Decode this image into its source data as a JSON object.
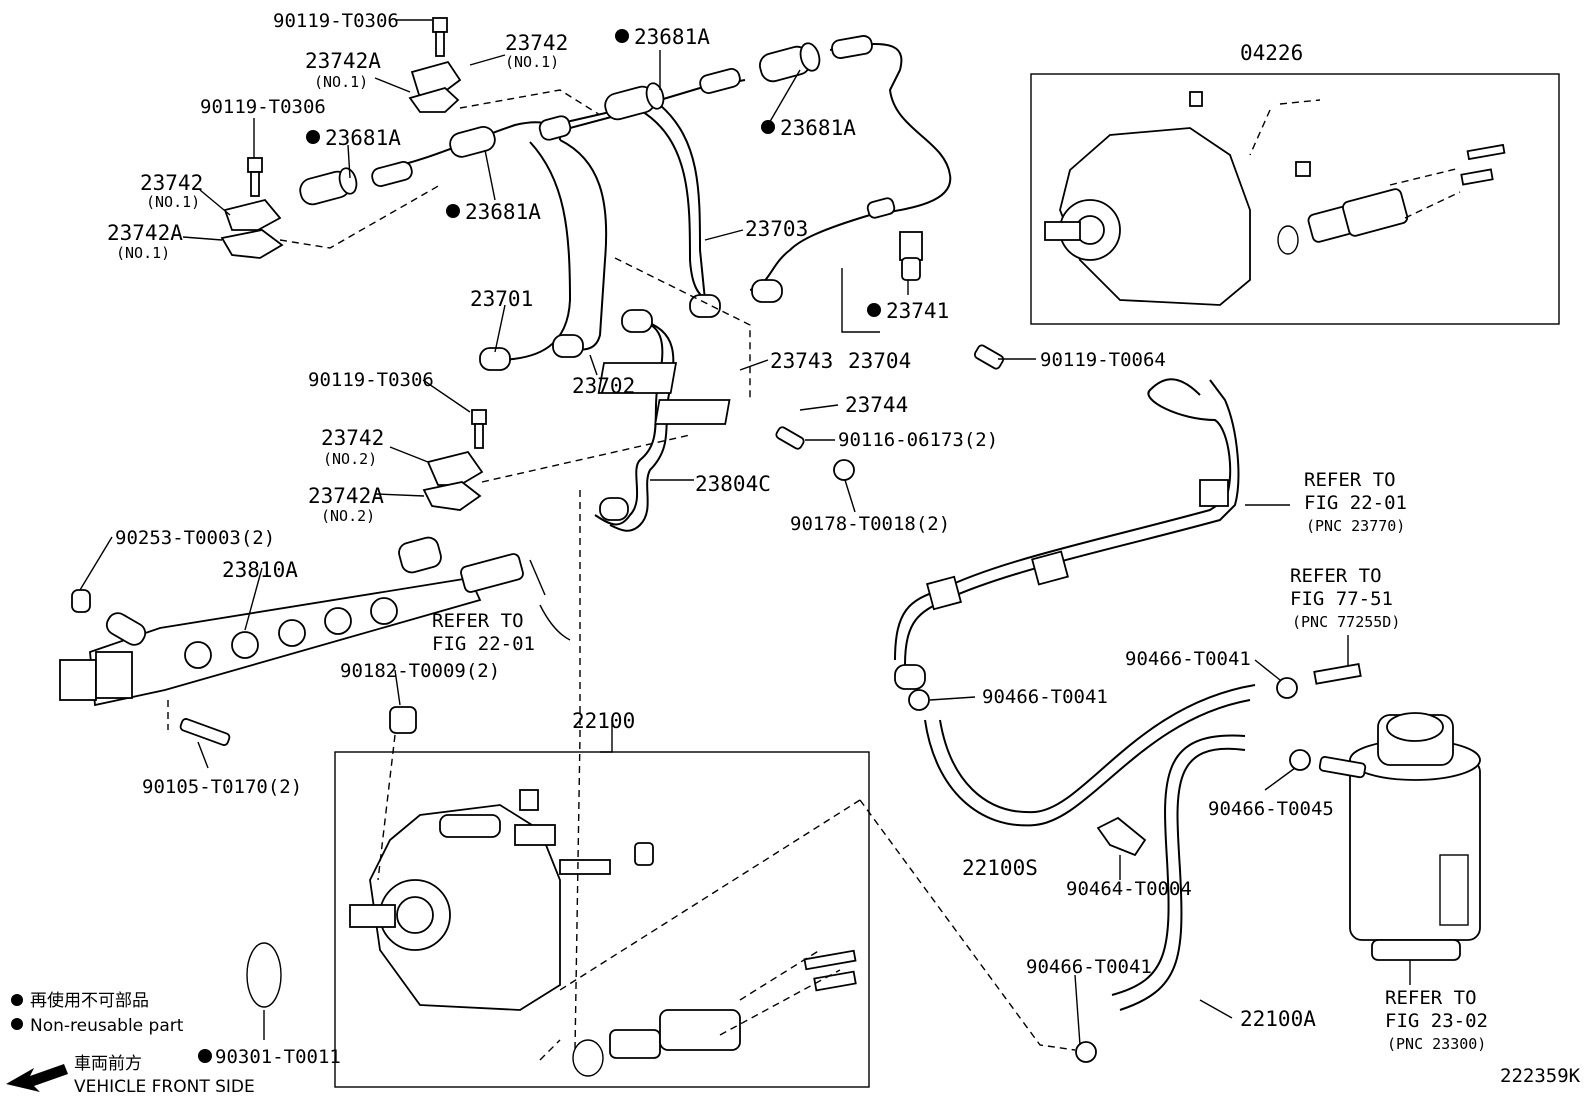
{
  "labels": {
    "p90119_T0306_a": "90119-T0306",
    "p23742_no1_top": "23742",
    "p23742_no1_top_sub": "(NO.1)",
    "p23742A_no1_top": "23742A",
    "p23742A_no1_top_sub": "(NO.1)",
    "p23681A_1": "23681A",
    "p90119_T0306_b": "90119-T0306",
    "p23681A_2": "23681A",
    "p23742_no1_left": "23742",
    "p23742_no1_left_sub": "(NO.1)",
    "p23742A_no1_left": "23742A",
    "p23742A_no1_left_sub": "(NO.1)",
    "p23681A_3": "23681A",
    "p23681A_4": "23681A",
    "p23703": "23703",
    "p23701": "23701",
    "p23741": "23741",
    "p23704": "23704",
    "p23702": "23702",
    "p23743": "23743",
    "p90119_T0306_c": "90119-T0306",
    "p23744": "23744",
    "p90116": "90116-06173(2)",
    "p23742_no2": "23742",
    "p23742_no2_sub": "(NO.2)",
    "p23742A_no2": "23742A",
    "p23742A_no2_sub": "(NO.2)",
    "p23804C": "23804C",
    "p90178": "90178-T0018(2)",
    "p90253": "90253-T0003(2)",
    "p23810A": "23810A",
    "refer_2201_a_1": "REFER TO",
    "refer_2201_a_2": "FIG 22-01",
    "p90182": "90182-T0009(2)",
    "p22100": "22100",
    "p90105": "90105-T0170(2)",
    "p90301": "90301-T0011",
    "p04226": "04226",
    "p90119_T0064": "90119-T0064",
    "refer_2201_b_1": "REFER TO",
    "refer_2201_b_2": "FIG 22-01",
    "refer_2201_b_3": "(PNC 23770)",
    "refer_7751_1": "REFER TO",
    "refer_7751_2": "FIG 77-51",
    "refer_7751_3": "(PNC 77255D)",
    "p90466_T0041_a": "90466-T0041",
    "p90466_T0041_b": "90466-T0041",
    "p90466_T0045": "90466-T0045",
    "p22100S": "22100S",
    "p90464": "90464-T0004",
    "p90466_T0041_c": "90466-T0041",
    "p22100A": "22100A",
    "refer_2302_1": "REFER TO",
    "refer_2302_2": "FIG 23-02",
    "refer_2302_3": "(PNC 23300)",
    "figure_id": "222359K"
  },
  "legend": {
    "non_reusable_jp": "再使用不可部品",
    "non_reusable_en": "Non-reusable part",
    "front_jp": "車両前方",
    "front_en": "VEHICLE FRONT SIDE"
  }
}
